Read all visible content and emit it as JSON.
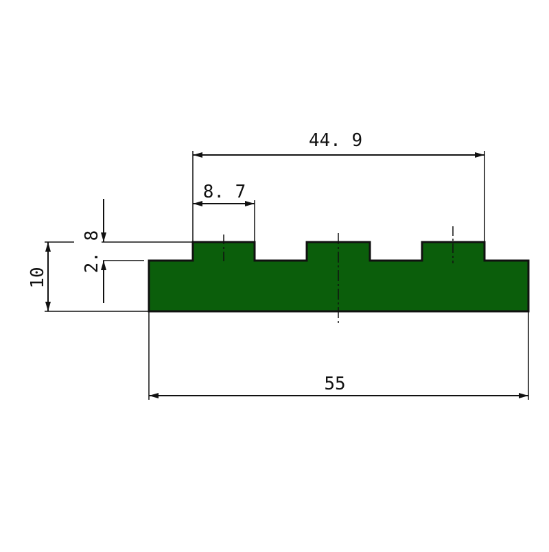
{
  "colors": {
    "profile_fill": "#0b5e0b",
    "line": "#111111",
    "background": "#ffffff"
  },
  "dimensions": {
    "tooth_span": "44. 9",
    "tooth_width": "8. 7",
    "total_width": "55",
    "total_height": "10",
    "tooth_height": "2. 8"
  }
}
